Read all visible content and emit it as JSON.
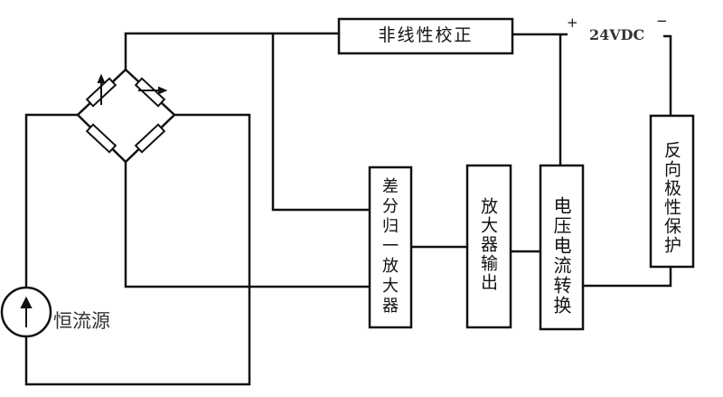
{
  "diagram": {
    "nonlinear_correction": "非线性校正",
    "supply_label": "24VDC",
    "supply_plus": "+",
    "supply_minus": "−",
    "diff_amp": "差分归一放大器",
    "amp_output": "放大器输出",
    "vi_converter": "电压电流转换",
    "reverse_protection": "反向极性保护",
    "current_source": "恒流源"
  }
}
